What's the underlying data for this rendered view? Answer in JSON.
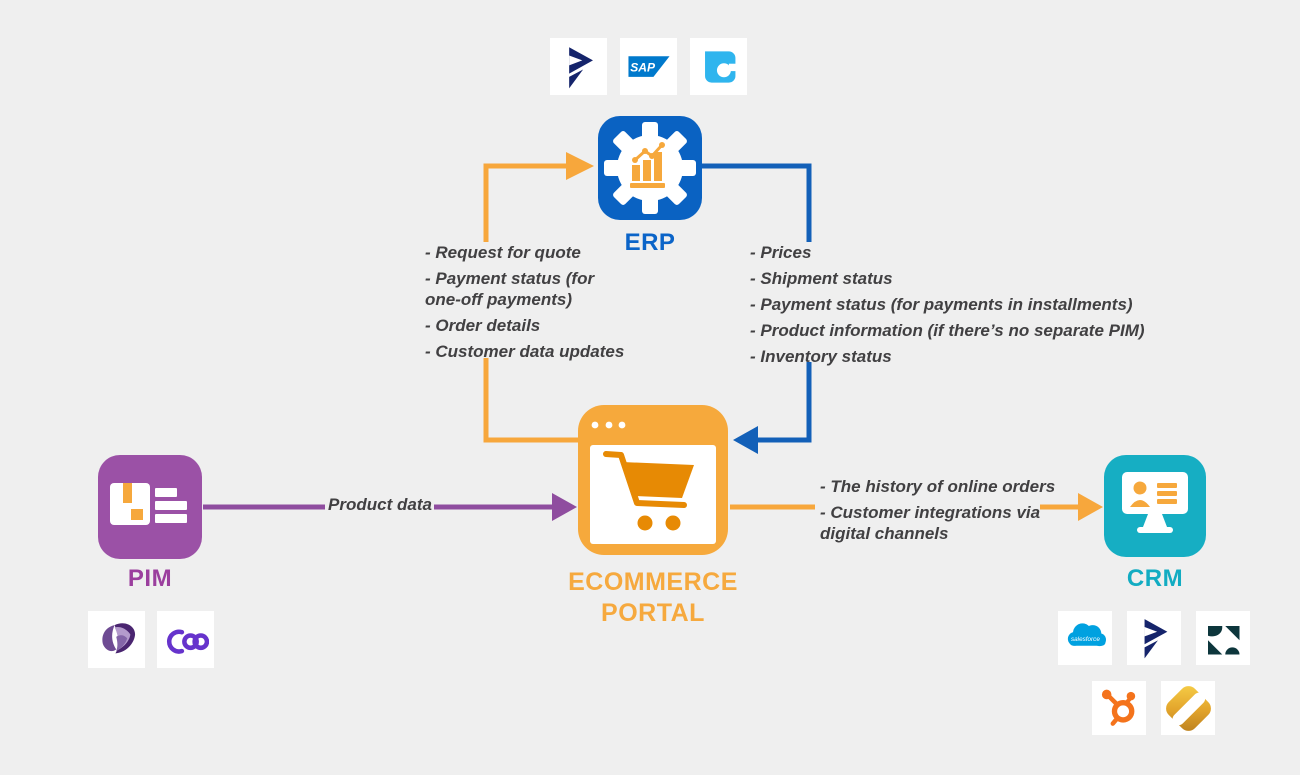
{
  "background": "#efefef",
  "colors": {
    "orange": "#F7A73C",
    "orange_dark": "#E78A04",
    "blue": "#1360B8",
    "blue_icon": "#0A62C2",
    "purple": "#8F4D9F",
    "purple_icon": "#9B51A6",
    "teal": "#16AEC3",
    "text": "#414042"
  },
  "nodes": {
    "erp": {
      "label": "ERP"
    },
    "portal": {
      "label": "ECOMMERCE PORTAL"
    },
    "pim": {
      "label": "PIM"
    },
    "crm": {
      "label": "CRM"
    }
  },
  "flows": {
    "portal_to_erp": {
      "items": [
        "- Request for quote",
        "- Payment status (for one-off payments)",
        "- Order details",
        "- Customer data updates"
      ]
    },
    "erp_to_portal": {
      "items": [
        "- Prices",
        "- Shipment status",
        "- Payment status (for payments in installments)",
        "- Product information (if there’s no separate PIM)",
        "- Inventory status"
      ]
    },
    "pim_to_portal": {
      "label": "Product data"
    },
    "portal_to_crm": {
      "items": [
        "- The history of online orders",
        "- Customer integrations via digital channels"
      ]
    }
  },
  "logos": {
    "erp_vendors": [
      "Microsoft Dynamics 365",
      "SAP",
      "Acumatica"
    ],
    "sap_text": "SAP",
    "pim_vendors": [
      "Akeneo",
      "inriver"
    ],
    "crm_vendors": [
      "Salesforce",
      "Microsoft Dynamics 365",
      "Zendesk",
      "HubSpot",
      "Gold card"
    ],
    "salesforce_text": "salesforce"
  }
}
